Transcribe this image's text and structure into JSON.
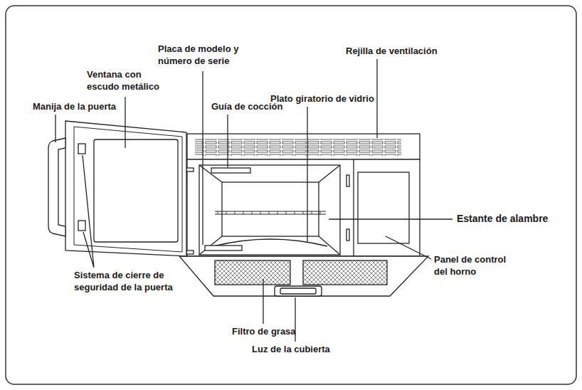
{
  "diagram": {
    "labels": [
      "Placa de modelo y número de serie",
      "Rejilla de ventilación",
      "Ventana con escudo metálico",
      "Plato giratorio de vidrio",
      "Guía de cocción",
      "Manija de la puerta",
      "Estante de alambre",
      "Panel de control del horno",
      "Sistema de cierre de seguridad de la puerta",
      "Filtro de grasa",
      "Luz de la cubierta"
    ]
  }
}
